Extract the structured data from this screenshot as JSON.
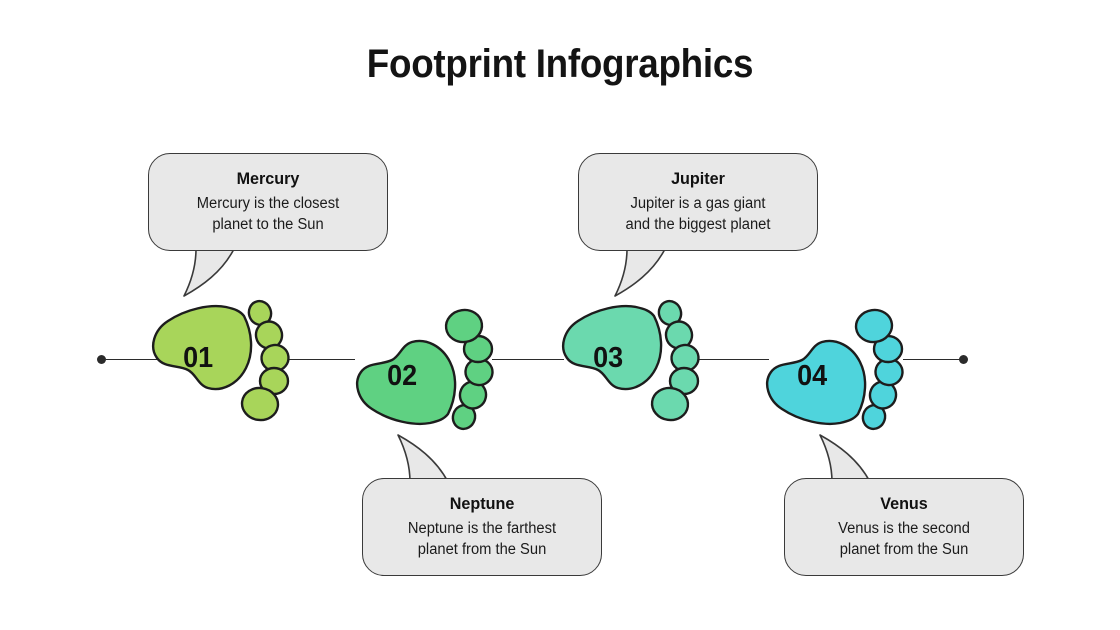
{
  "header": {
    "title": "Footprint Infographics"
  },
  "colors": {
    "background": "#ffffff",
    "bubble_fill": "#e8e8e8",
    "bubble_stroke": "#3a3a3a",
    "line": "#2b2b2b",
    "text": "#111111",
    "step1": "#a8d55a",
    "step2": "#5fd182",
    "step3": "#6bd9ae",
    "step4": "#4fd4dc"
  },
  "steps": [
    {
      "number": "01",
      "color": "#a8d55a",
      "orientation": "toes-down",
      "bubble_position": "above",
      "title": "Mercury",
      "line1": "Mercury is the closest",
      "line2": "planet to the Sun"
    },
    {
      "number": "02",
      "color": "#5fd182",
      "orientation": "toes-up",
      "bubble_position": "below",
      "title": "Neptune",
      "line1": "Neptune is the farthest",
      "line2": "planet from the Sun"
    },
    {
      "number": "03",
      "color": "#6bd9ae",
      "orientation": "toes-down",
      "bubble_position": "above",
      "title": "Jupiter",
      "line1": "Jupiter is a gas giant",
      "line2": "and the biggest planet"
    },
    {
      "number": "04",
      "color": "#4fd4dc",
      "orientation": "toes-up",
      "bubble_position": "below",
      "title": "Venus",
      "line1": "Venus is the second",
      "line2": "planet from the Sun"
    }
  ]
}
